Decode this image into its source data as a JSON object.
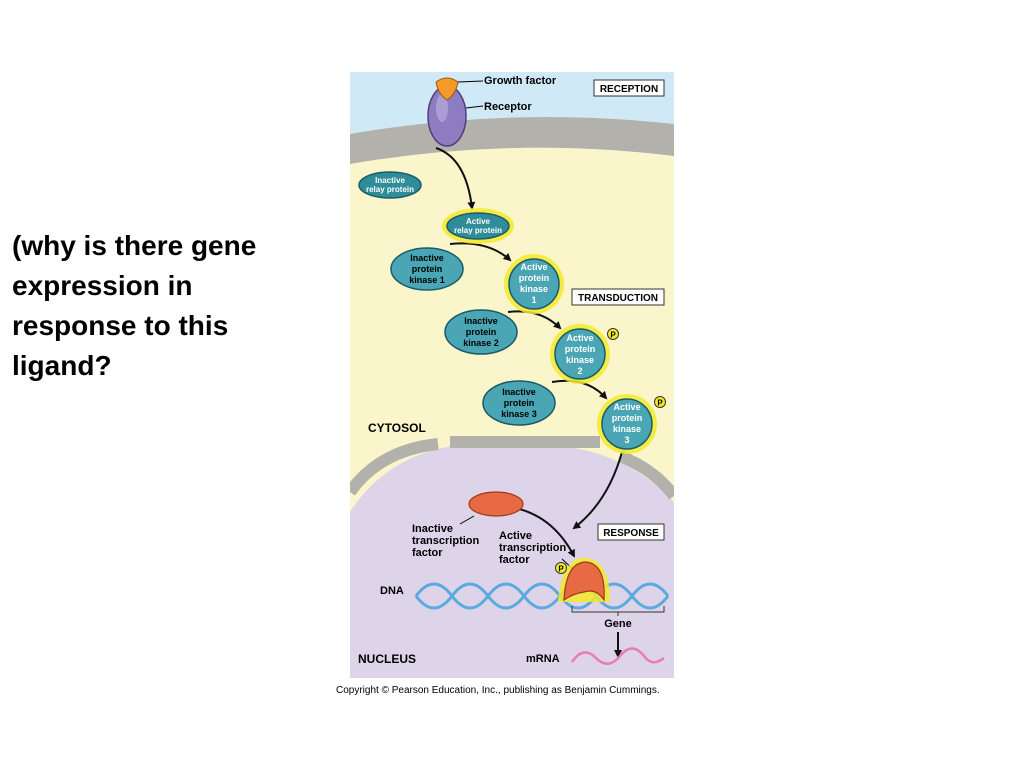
{
  "slide": {
    "question_lines": [
      "(why is there gene",
      "expression in",
      "response to this",
      "ligand?"
    ]
  },
  "figure": {
    "reception": {
      "box_label": "RECEPTION",
      "growth_factor": "Growth factor",
      "receptor": "Receptor"
    },
    "transduction": {
      "box_label": "TRANSDUCTION",
      "inactive_relay": [
        "Inactive",
        "relay protein"
      ],
      "active_relay": [
        "Active",
        "relay protein"
      ],
      "inactive_kinase1": [
        "Inactive",
        "protein",
        "kinase 1"
      ],
      "active_kinase1": [
        "Active",
        "protein",
        "kinase",
        "1"
      ],
      "inactive_kinase2": [
        "Inactive",
        "protein",
        "kinase 2"
      ],
      "active_kinase2": [
        "Active",
        "protein",
        "kinase",
        "2"
      ],
      "inactive_kinase3": [
        "Inactive",
        "protein",
        "kinase 3"
      ],
      "active_kinase3": [
        "Active",
        "protein",
        "kinase",
        "3"
      ],
      "phosphate": "P"
    },
    "cytosol_label": "CYTOSOL",
    "response": {
      "box_label": "RESPONSE",
      "inactive_tf": [
        "Inactive",
        "transcription",
        "factor"
      ],
      "active_tf": [
        "Active",
        "transcription",
        "factor"
      ],
      "dna": "DNA",
      "gene": "Gene",
      "mrna": "mRNA"
    },
    "nucleus_label": "NUCLEUS",
    "colors": {
      "extracellular": "#cfe9f6",
      "membrane": "#b3b1ab",
      "cytosol": "#fbf5cc",
      "nucleus": "#ddd4e9",
      "protein_teal": "#4aa6b5",
      "highlight": "#f3ea2a",
      "receptor": "#8e7cc0",
      "growth_factor": "#f59a2a",
      "transcription_factor": "#e86a43",
      "dna": "#5aa9df",
      "mrna": "#e97db0"
    }
  },
  "copyright": "Copyright © Pearson Education, Inc., publishing as Benjamin Cummings."
}
